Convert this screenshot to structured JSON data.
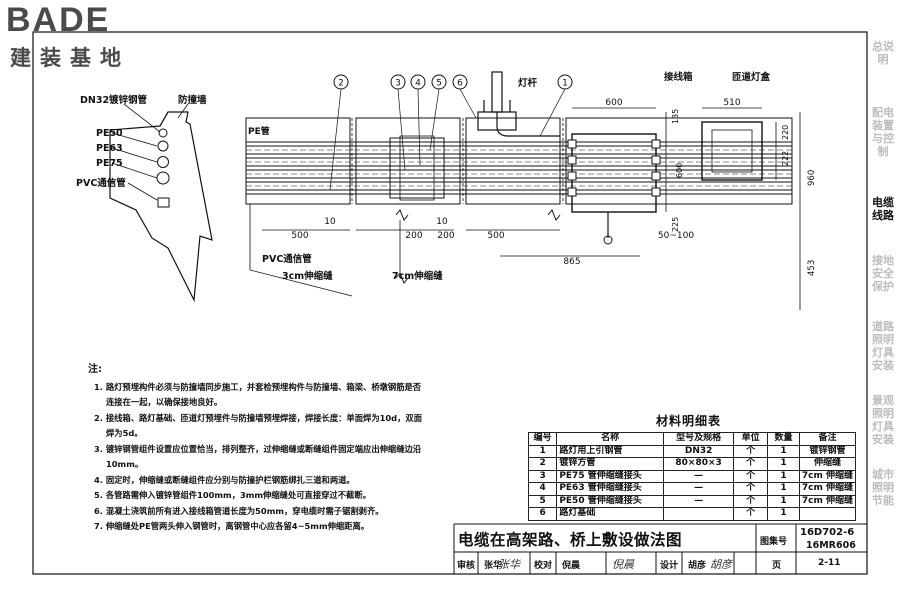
{
  "brand": {
    "name": "BADE",
    "subtitle": "建装基地"
  },
  "side_nav": [
    {
      "label": "总说明",
      "active": false
    },
    {
      "label": "配电装置与控制",
      "active": false
    },
    {
      "label": "电缆线路",
      "active": true
    },
    {
      "label": "接地安全保护",
      "active": false
    },
    {
      "label": "道路照明灯具安装",
      "active": false
    },
    {
      "label": "景观照明灯具安装",
      "active": false
    },
    {
      "label": "城市照明节能",
      "active": false
    }
  ],
  "labels": {
    "dn32": "DN32镀锌钢管",
    "anti_wall": "防撞墙",
    "pe50": "PE50",
    "pe63": "PE63",
    "pe75": "PE75",
    "pvc_left": "PVC通信管",
    "pe_pipe": "PE管",
    "pvc_bottom": "PVC通信管",
    "exp3": "3cm伸缩缝",
    "exp7": "7cm伸缩缝",
    "lamp_post": "灯杆",
    "junction_box": "接线箱",
    "lamp_box": "匝道灯盒"
  },
  "callouts": [
    "2",
    "3",
    "4",
    "5",
    "6",
    "1"
  ],
  "dims": {
    "d600": "600",
    "d510": "510",
    "d135": "135",
    "d600v": "600",
    "d225": "225",
    "d220": "220",
    "d222": "222",
    "d960": "960",
    "d453": "453",
    "d10a": "10",
    "d500a": "500",
    "d200a": "200",
    "d200b": "200",
    "d10b": "10",
    "d500b": "500",
    "d865": "865",
    "d50_100": "50~100"
  },
  "notes": {
    "title": "注:",
    "items": [
      "1. 路灯预埋构件必须与防撞墙同步施工，并套检预埋构件与防撞墙、箱梁、桥墩钢筋是否连接在一起，以确保接地良好。",
      "2. 接线箱、路灯基础、匝道灯预埋件与防撞墙预埋焊接，焊接长度：单面焊为10d，双面焊为5d。",
      "3. 镀锌钢管组件设置应位置恰当，排列整齐，过伸缩缝或断缝组件固定端应出伸缩缝边沿10mm。",
      "4. 固定时，伸缩缝或断缝组件应分别与防撞护栏钢筋绑扎三道和两道。",
      "5. 各管路需伸入镀锌管组件100mm，3mm伸缩缝处可直接穿过不截断。",
      "6. 混凝土浇筑前所有进入接线箱管道长度为50mm，穿电缆时需子锯割剥齐。",
      "7. 伸缩缝处PE管两头伸入钢管时，离钢管中心应各留4~5mm伸缩距离。"
    ]
  },
  "materials": {
    "title": "材料明细表",
    "headers": [
      "编号",
      "名称",
      "型号及规格",
      "单位",
      "数量",
      "备注"
    ],
    "rows": [
      [
        "1",
        "路灯用上引钢管",
        "DN32",
        "个",
        "1",
        "镀锌钢管"
      ],
      [
        "2",
        "镀锌方管",
        "80×80×3",
        "个",
        "1",
        "伸缩缝"
      ],
      [
        "3",
        "PE75 管伸缩缝接头",
        "—",
        "个",
        "1",
        "7cm 伸缩缝"
      ],
      [
        "4",
        "PE63 管伸缩缝接头",
        "—",
        "个",
        "1",
        "7cm 伸缩缝"
      ],
      [
        "5",
        "PE50 管伸缩缝接头",
        "—",
        "个",
        "1",
        "7cm 伸缩缝"
      ],
      [
        "6",
        "路灯基础",
        "",
        "个",
        "1",
        ""
      ]
    ]
  },
  "title_block": {
    "title": "电缆在高架路、桥上敷设做法图",
    "atlas_label": "图集号",
    "atlas_no1": "16D702-6",
    "atlas_no2": "16MR606",
    "review_label": "审核",
    "reviewer": "张华",
    "check_label": "校对",
    "checker": "倪晨",
    "design_label": "设计",
    "designer": "胡彦",
    "page_label": "页",
    "page_no": "2-11"
  }
}
